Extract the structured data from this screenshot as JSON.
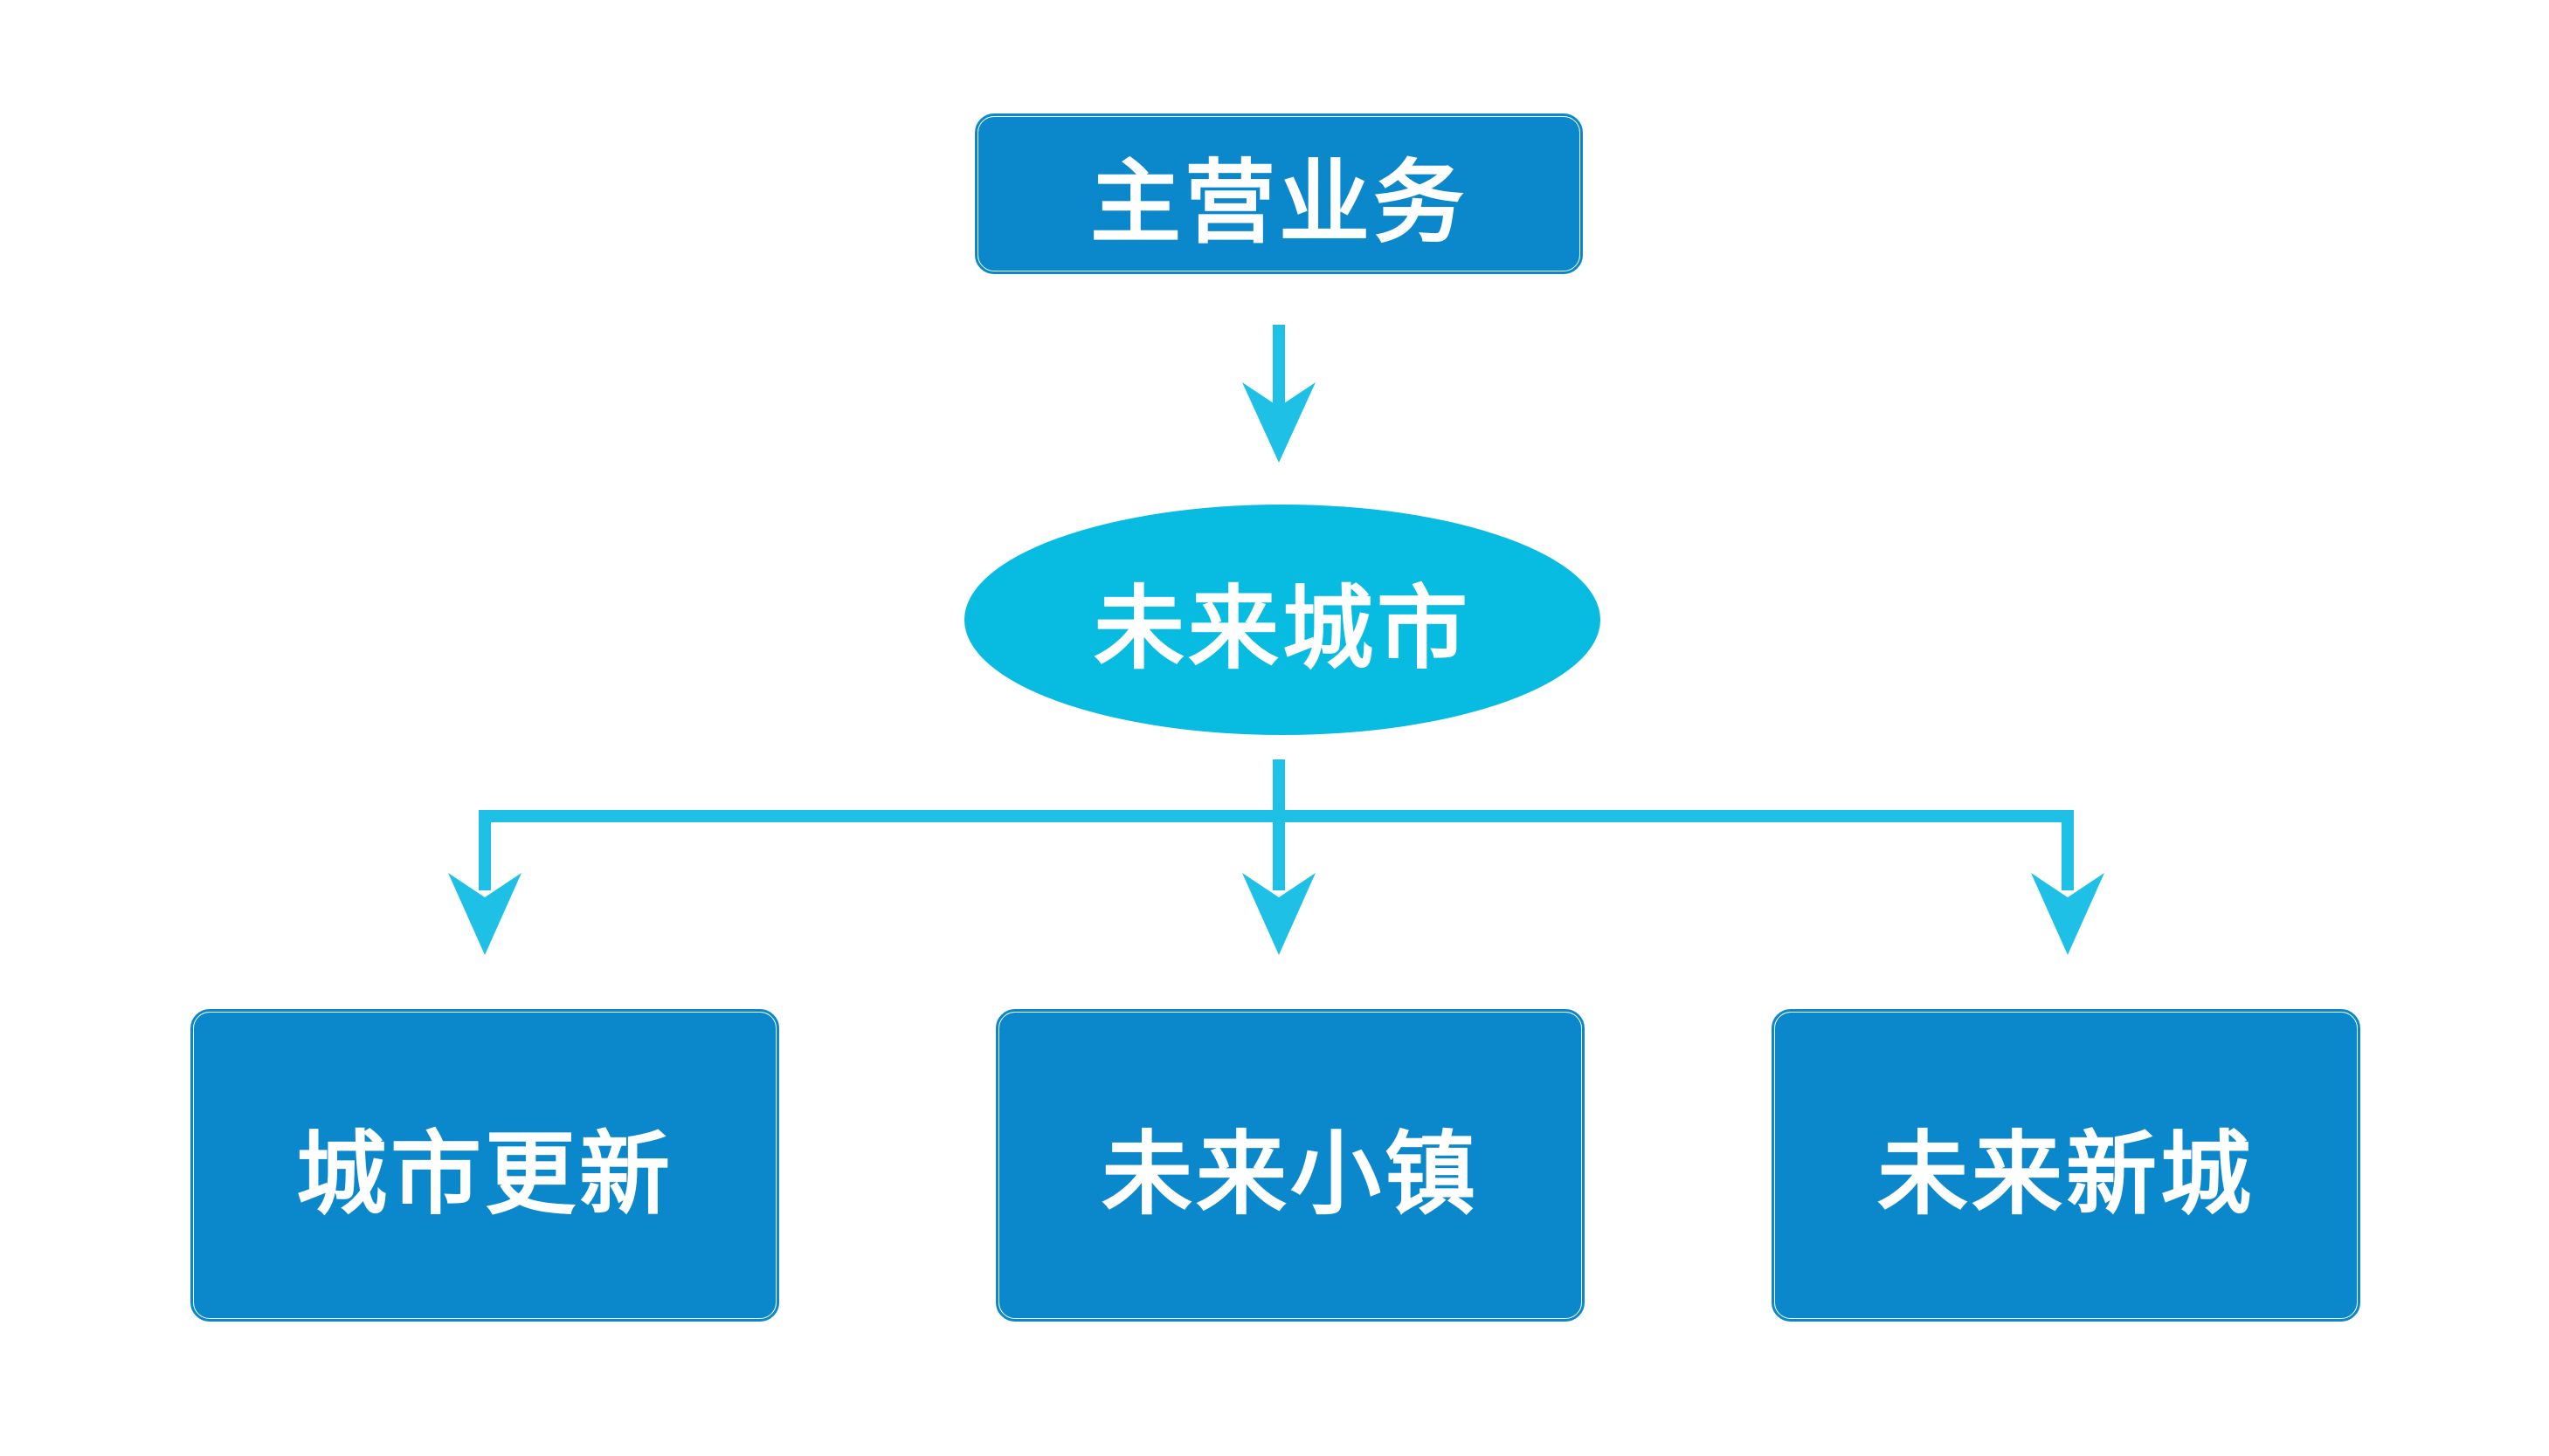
{
  "diagram": {
    "root": {
      "label": "主营业务"
    },
    "middle": {
      "label": "未来城市"
    },
    "children": [
      {
        "label": "城市更新"
      },
      {
        "label": "未来小镇"
      },
      {
        "label": "未来新城"
      }
    ]
  },
  "colors": {
    "box_fill": "#0b87cc",
    "ellipse_fill": "#08bbe0",
    "connector": "#1fc0e6",
    "text": "#ffffff"
  }
}
